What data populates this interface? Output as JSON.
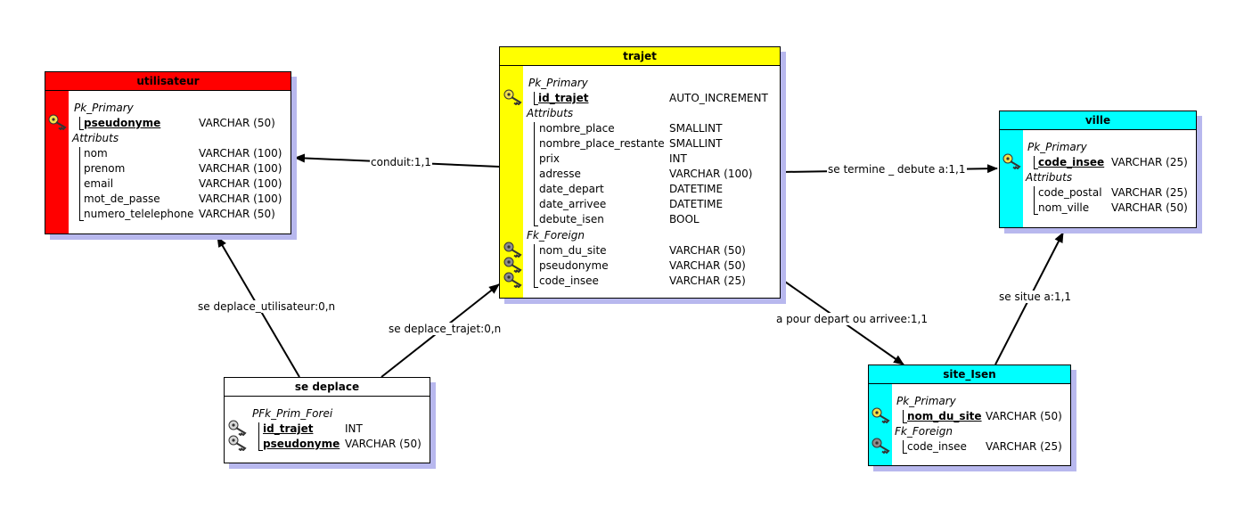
{
  "colors": {
    "utilisateur": "#ff0000",
    "trajet": "#ffff00",
    "ville": "#00ffff",
    "site_isen": "#00ffff",
    "se_deplace": "#ffffff",
    "shadow": "#b8b8ee"
  },
  "utilisateur": {
    "title": "utilisateur",
    "pk_section": "Pk_Primary",
    "pk": {
      "name": "pseudonyme",
      "type": "VARCHAR (50)"
    },
    "attr_section": "Attributs",
    "attrs": [
      {
        "name": "nom",
        "type": "VARCHAR (100)"
      },
      {
        "name": "prenom",
        "type": "VARCHAR (100)"
      },
      {
        "name": "email",
        "type": "VARCHAR (100)"
      },
      {
        "name": "mot_de_passe",
        "type": "VARCHAR (100)"
      },
      {
        "name": "numero_telelephone",
        "type": "VARCHAR (50)"
      }
    ]
  },
  "trajet": {
    "title": "trajet",
    "pk_section": "Pk_Primary",
    "pk": {
      "name": "id_trajet",
      "type": "AUTO_INCREMENT"
    },
    "attr_section": "Attributs",
    "attrs": [
      {
        "name": "nombre_place",
        "type": "SMALLINT"
      },
      {
        "name": "nombre_place_restante",
        "type": "SMALLINT"
      },
      {
        "name": "prix",
        "type": "INT"
      },
      {
        "name": "adresse",
        "type": "VARCHAR (100)"
      },
      {
        "name": "date_depart",
        "type": "DATETIME"
      },
      {
        "name": "date_arrivee",
        "type": "DATETIME"
      },
      {
        "name": "debute_isen",
        "type": "BOOL"
      }
    ],
    "fk_section": "Fk_Foreign",
    "fks": [
      {
        "name": "nom_du_site",
        "type": "VARCHAR (50)"
      },
      {
        "name": "pseudonyme",
        "type": "VARCHAR (50)"
      },
      {
        "name": "code_insee",
        "type": "VARCHAR (25)"
      }
    ]
  },
  "ville": {
    "title": "ville",
    "pk_section": "Pk_Primary",
    "pk": {
      "name": "code_insee",
      "type": "VARCHAR (25)"
    },
    "attr_section": "Attributs",
    "attrs": [
      {
        "name": "code_postal",
        "type": "VARCHAR (25)"
      },
      {
        "name": "nom_ville",
        "type": "VARCHAR (50)"
      }
    ]
  },
  "site_isen": {
    "title": "site_Isen",
    "pk_section": "Pk_Primary",
    "pk": {
      "name": "nom_du_site",
      "type": "VARCHAR (50)"
    },
    "fk_section": "Fk_Foreign",
    "fks": [
      {
        "name": "code_insee",
        "type": "VARCHAR (25)"
      }
    ]
  },
  "se_deplace": {
    "title": "se deplace",
    "pfk_section": "PFk_Prim_Forei",
    "pfks": [
      {
        "name": "id_trajet",
        "type": "INT"
      },
      {
        "name": "pseudonyme",
        "type": "VARCHAR (50)"
      }
    ]
  },
  "relations": {
    "conduit": "conduit:1,1",
    "termine": "se termine _ debute a:1,1",
    "depart": "a pour depart ou arrivee:1,1",
    "situe": "se situe a:1,1",
    "deplace_utilisateur": "se deplace_utilisateur:0,n",
    "deplace_trajet": "se deplace_trajet:0,n"
  }
}
